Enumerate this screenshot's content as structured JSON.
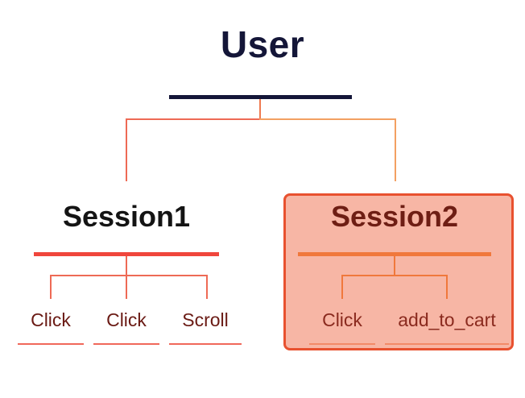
{
  "root": {
    "label": "User"
  },
  "sessions": [
    {
      "label": "Session1",
      "highlighted": false,
      "events": [
        "Click",
        "Click",
        "Scroll"
      ]
    },
    {
      "label": "Session2",
      "highlighted": true,
      "events": [
        "Click",
        "add_to_cart"
      ]
    }
  ],
  "colors": {
    "root_text": "#141638",
    "root_bar": "#141638",
    "session1_bar": "#f0463c",
    "session1_connector": "#ee6a55",
    "session2_bar": "#f0783c",
    "session2_connector": "#f3a062",
    "session2_box_fill": "#f7b6a5",
    "session2_box_border": "#e8512f"
  }
}
